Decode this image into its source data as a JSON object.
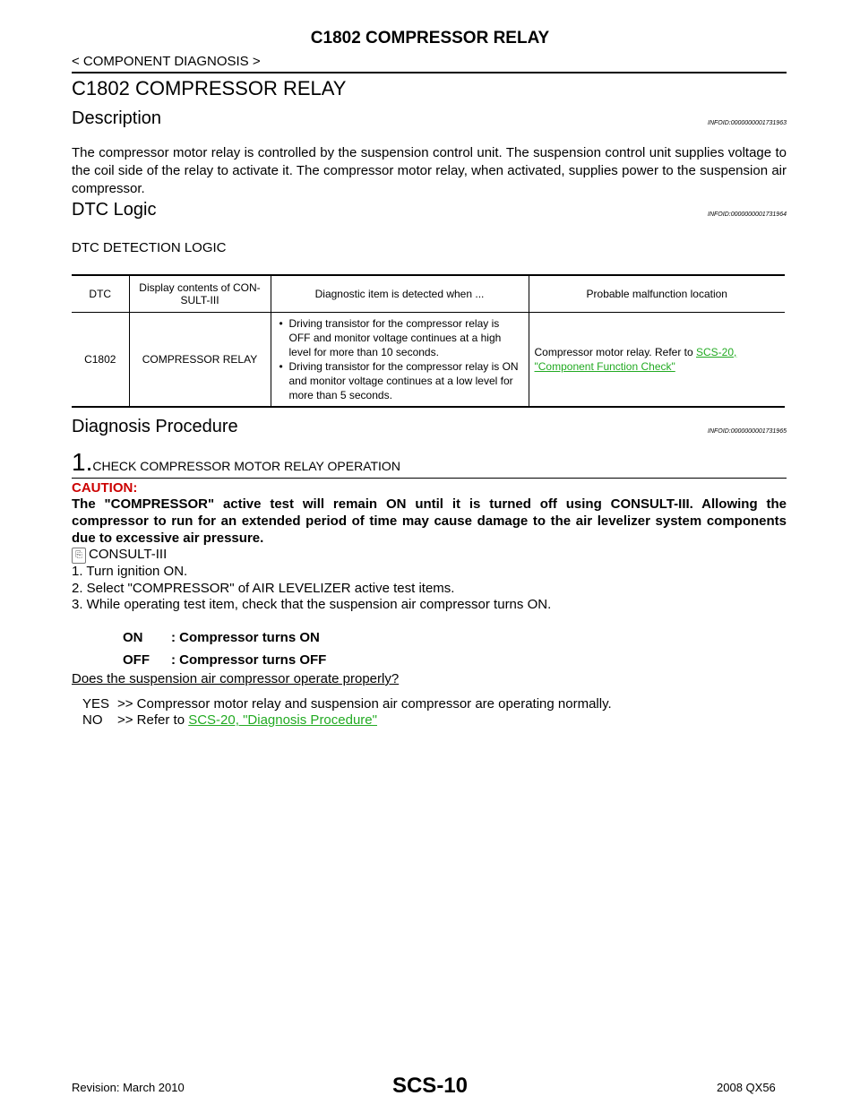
{
  "header": {
    "running_title": "C1802 COMPRESSOR RELAY",
    "breadcrumb": "< COMPONENT DIAGNOSIS >"
  },
  "section_title": "C1802 COMPRESSOR RELAY",
  "description": {
    "heading": "Description",
    "infoid": "INFOID:0000000001731963",
    "text": "The compressor motor relay is controlled by the suspension control unit. The suspension control unit supplies voltage to the coil side of the relay to activate it. The compressor motor relay, when activated, supplies power to the suspension air compressor."
  },
  "dtc_logic": {
    "heading": "DTC Logic",
    "infoid": "INFOID:0000000001731964",
    "subheading": "DTC DETECTION LOGIC",
    "table": {
      "headers": [
        "DTC",
        "Display contents of CON-SULT-III",
        "Diagnostic item is detected when ...",
        "Probable malfunction location"
      ],
      "row": {
        "dtc": "C1802",
        "display": "COMPRESSOR RELAY",
        "conditions": [
          "Driving transistor for the compressor relay is OFF and monitor voltage continues at a high level for more than 10 seconds.",
          "Driving transistor for the compressor relay is ON and monitor voltage continues at a low level for more than 5 seconds."
        ],
        "location_text": "Compressor motor relay. Refer to ",
        "location_link": "SCS-20, \"Component Function Check\""
      }
    }
  },
  "diagnosis": {
    "heading": "Diagnosis  Procedure",
    "infoid": "INFOID:0000000001731965",
    "step_number": "1.",
    "step_title": "CHECK COMPRESSOR MOTOR RELAY OPERATION",
    "caution_label": "CAUTION:",
    "caution_text": "The \"COMPRESSOR\" active test will remain ON until it is turned off using CONSULT-III. Allowing the compressor to run for an extended period of time may cause damage to the air levelizer system components due to excessive air pressure.",
    "tool": "CONSULT-III",
    "steps": [
      "1.   Turn ignition ON.",
      "2.   Select \"COMPRESSOR\" of AIR LEVELIZER active test items.",
      "3.   While operating test item, check that the suspension air compressor turns ON."
    ],
    "spec": [
      {
        "key": "ON",
        "value": ": Compressor turns ON"
      },
      {
        "key": "OFF",
        "value": ": Compressor turns OFF"
      }
    ],
    "question": "Does the suspension air compressor operate properly?",
    "yes_key": "YES",
    "yes_text": ">> Compressor motor relay and suspension air compressor are operating normally.",
    "no_key": "NO",
    "no_text": ">> Refer to ",
    "no_link": "SCS-20, \"Diagnosis Procedure\""
  },
  "footer": {
    "revision": "Revision: March 2010",
    "page": "SCS-10",
    "model": "2008 QX56"
  }
}
